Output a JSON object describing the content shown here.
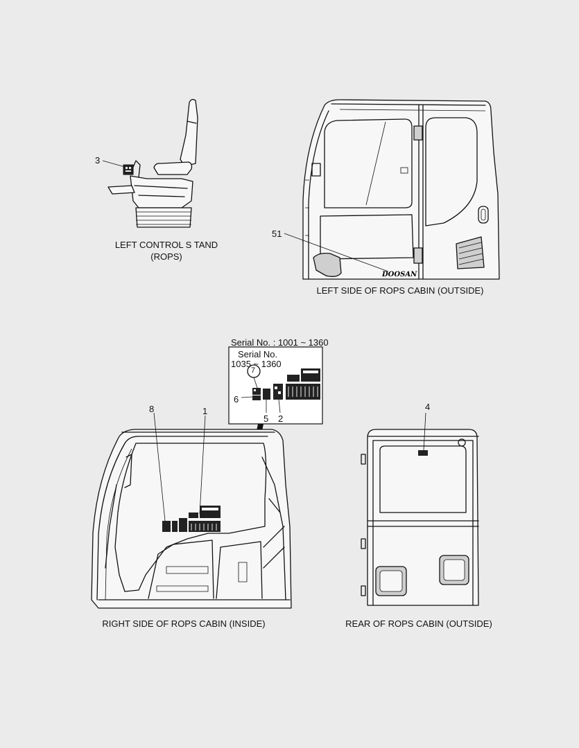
{
  "views": {
    "left_control_stand": {
      "caption_line1": "LEFT CONTROL S  TAND",
      "caption_line2": "(ROPS)",
      "callouts": [
        "3"
      ]
    },
    "left_side_cabin": {
      "caption": "LEFT SIDE OF ROPS CABIN (OUTSIDE)",
      "callouts": [
        "51"
      ],
      "brand": "DOOSAN"
    },
    "right_side_cabin": {
      "caption": "RIGHT SIDE OF ROPS CABIN (INSIDE)",
      "callouts": [
        "8",
        "1"
      ]
    },
    "rear_cabin": {
      "caption": "REAR OF ROPS CABIN (OUTSIDE)",
      "callouts": [
        "4"
      ]
    }
  },
  "detail_box": {
    "serial_outer": "Serial No. : 1001 ~ 1360",
    "serial_inner_line1": "Serial No.",
    "serial_inner_line2": "1035 ~ 1360",
    "callouts": [
      "7",
      "6",
      "5",
      "2"
    ]
  }
}
